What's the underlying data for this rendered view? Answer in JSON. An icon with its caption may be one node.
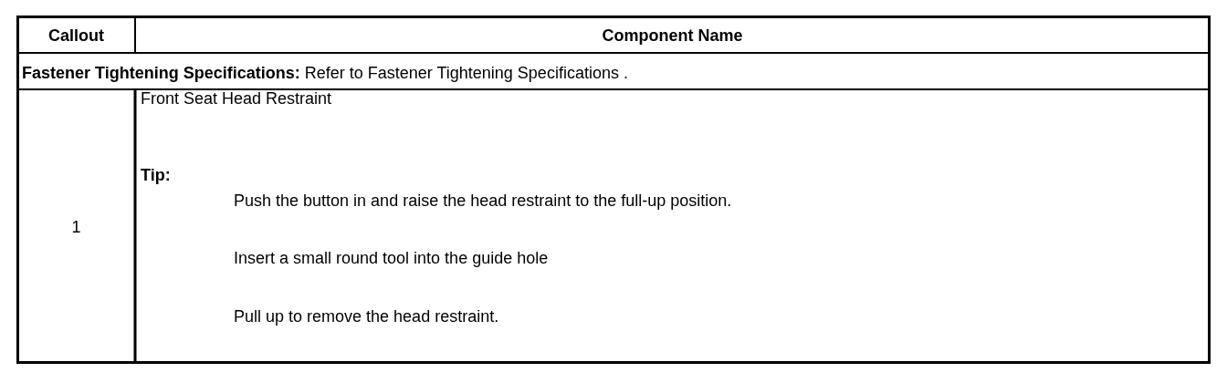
{
  "diagram": {
    "labels": [
      "Callout",
      "Component Name",
      "**Fastener Tightening Specifications:** Refer to Fastener Tightening Specifications .",
      "1",
      "Front Seat Head Restraint",
      "Tip:",
      "Push the button in and raise the head restraint to the full-up position.",
      "Insert a small round tool into the guide hole",
      "Pull up to remove the head restraint."
    ]
  }
}
